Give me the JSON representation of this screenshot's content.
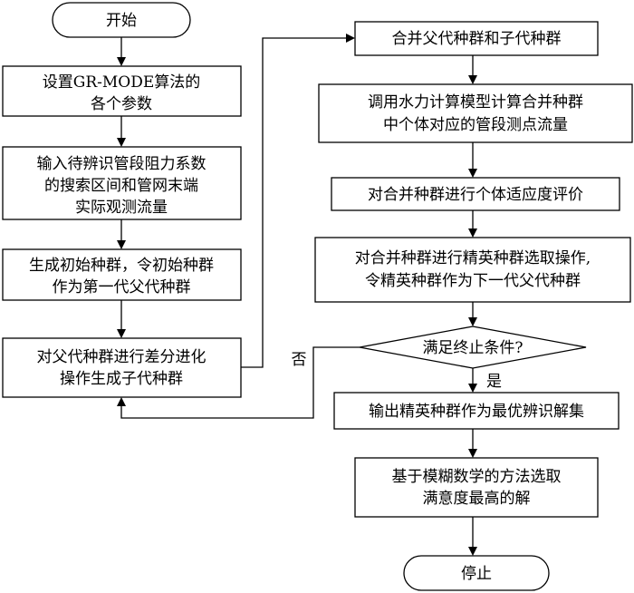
{
  "nodes": {
    "start": "开始",
    "set_params": [
      "设置GR-MODE算法的",
      "各个参数"
    ],
    "input": [
      "输入待辨识管段阻力系数",
      "的搜索区间和管网末端",
      "实际观测流量"
    ],
    "init_pop": [
      "生成初始种群，令初始种群",
      "作为第一代父代种群"
    ],
    "diff_evo": [
      "对父代种群进行差分进化",
      "操作生成子代种群"
    ],
    "merge": "合并父代种群和子代种群",
    "hydraulic": [
      "调用水力计算模型计算合并种群",
      "中个体对应的管段测点流量"
    ],
    "fitness": "对合并种群进行个体适应度评价",
    "elite": [
      "对合并种群进行精英种群选取操作,",
      "令精英种群作为下一代父代种群"
    ],
    "decision": "满足终止条件?",
    "output": "输出精英种群作为最优辨识解集",
    "fuzzy": [
      "基于模糊数学的方法选取",
      "满意度最高的解"
    ],
    "stop": "停止"
  },
  "edge_labels": {
    "no": "否",
    "yes": "是"
  }
}
